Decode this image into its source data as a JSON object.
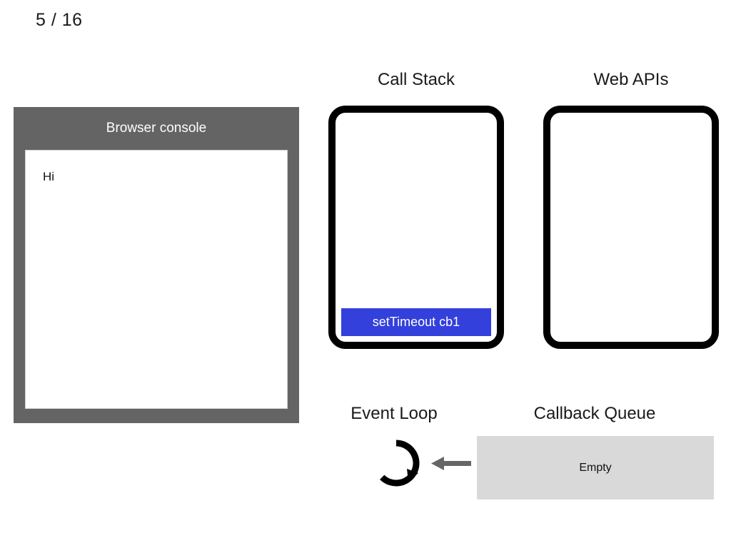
{
  "slide": {
    "counter": "5 / 16"
  },
  "console": {
    "title": "Browser console",
    "lines": [
      "Hi"
    ]
  },
  "call_stack": {
    "title": "Call Stack",
    "frames": [
      "setTimeout cb1"
    ],
    "frame_color": "#3340dc",
    "frame_text_color": "#ffffff"
  },
  "web_apis": {
    "title": "Web APIs",
    "items": []
  },
  "event_loop": {
    "title": "Event Loop",
    "icon": "circular-arrow-icon"
  },
  "arrow": {
    "name": "arrow-left-icon",
    "color": "#666666"
  },
  "callback_queue": {
    "title": "Callback Queue",
    "status": "Empty",
    "box_color": "#d9d9d9"
  },
  "colors": {
    "console_frame": "#646464",
    "box_border": "#000000",
    "background": "#ffffff"
  }
}
